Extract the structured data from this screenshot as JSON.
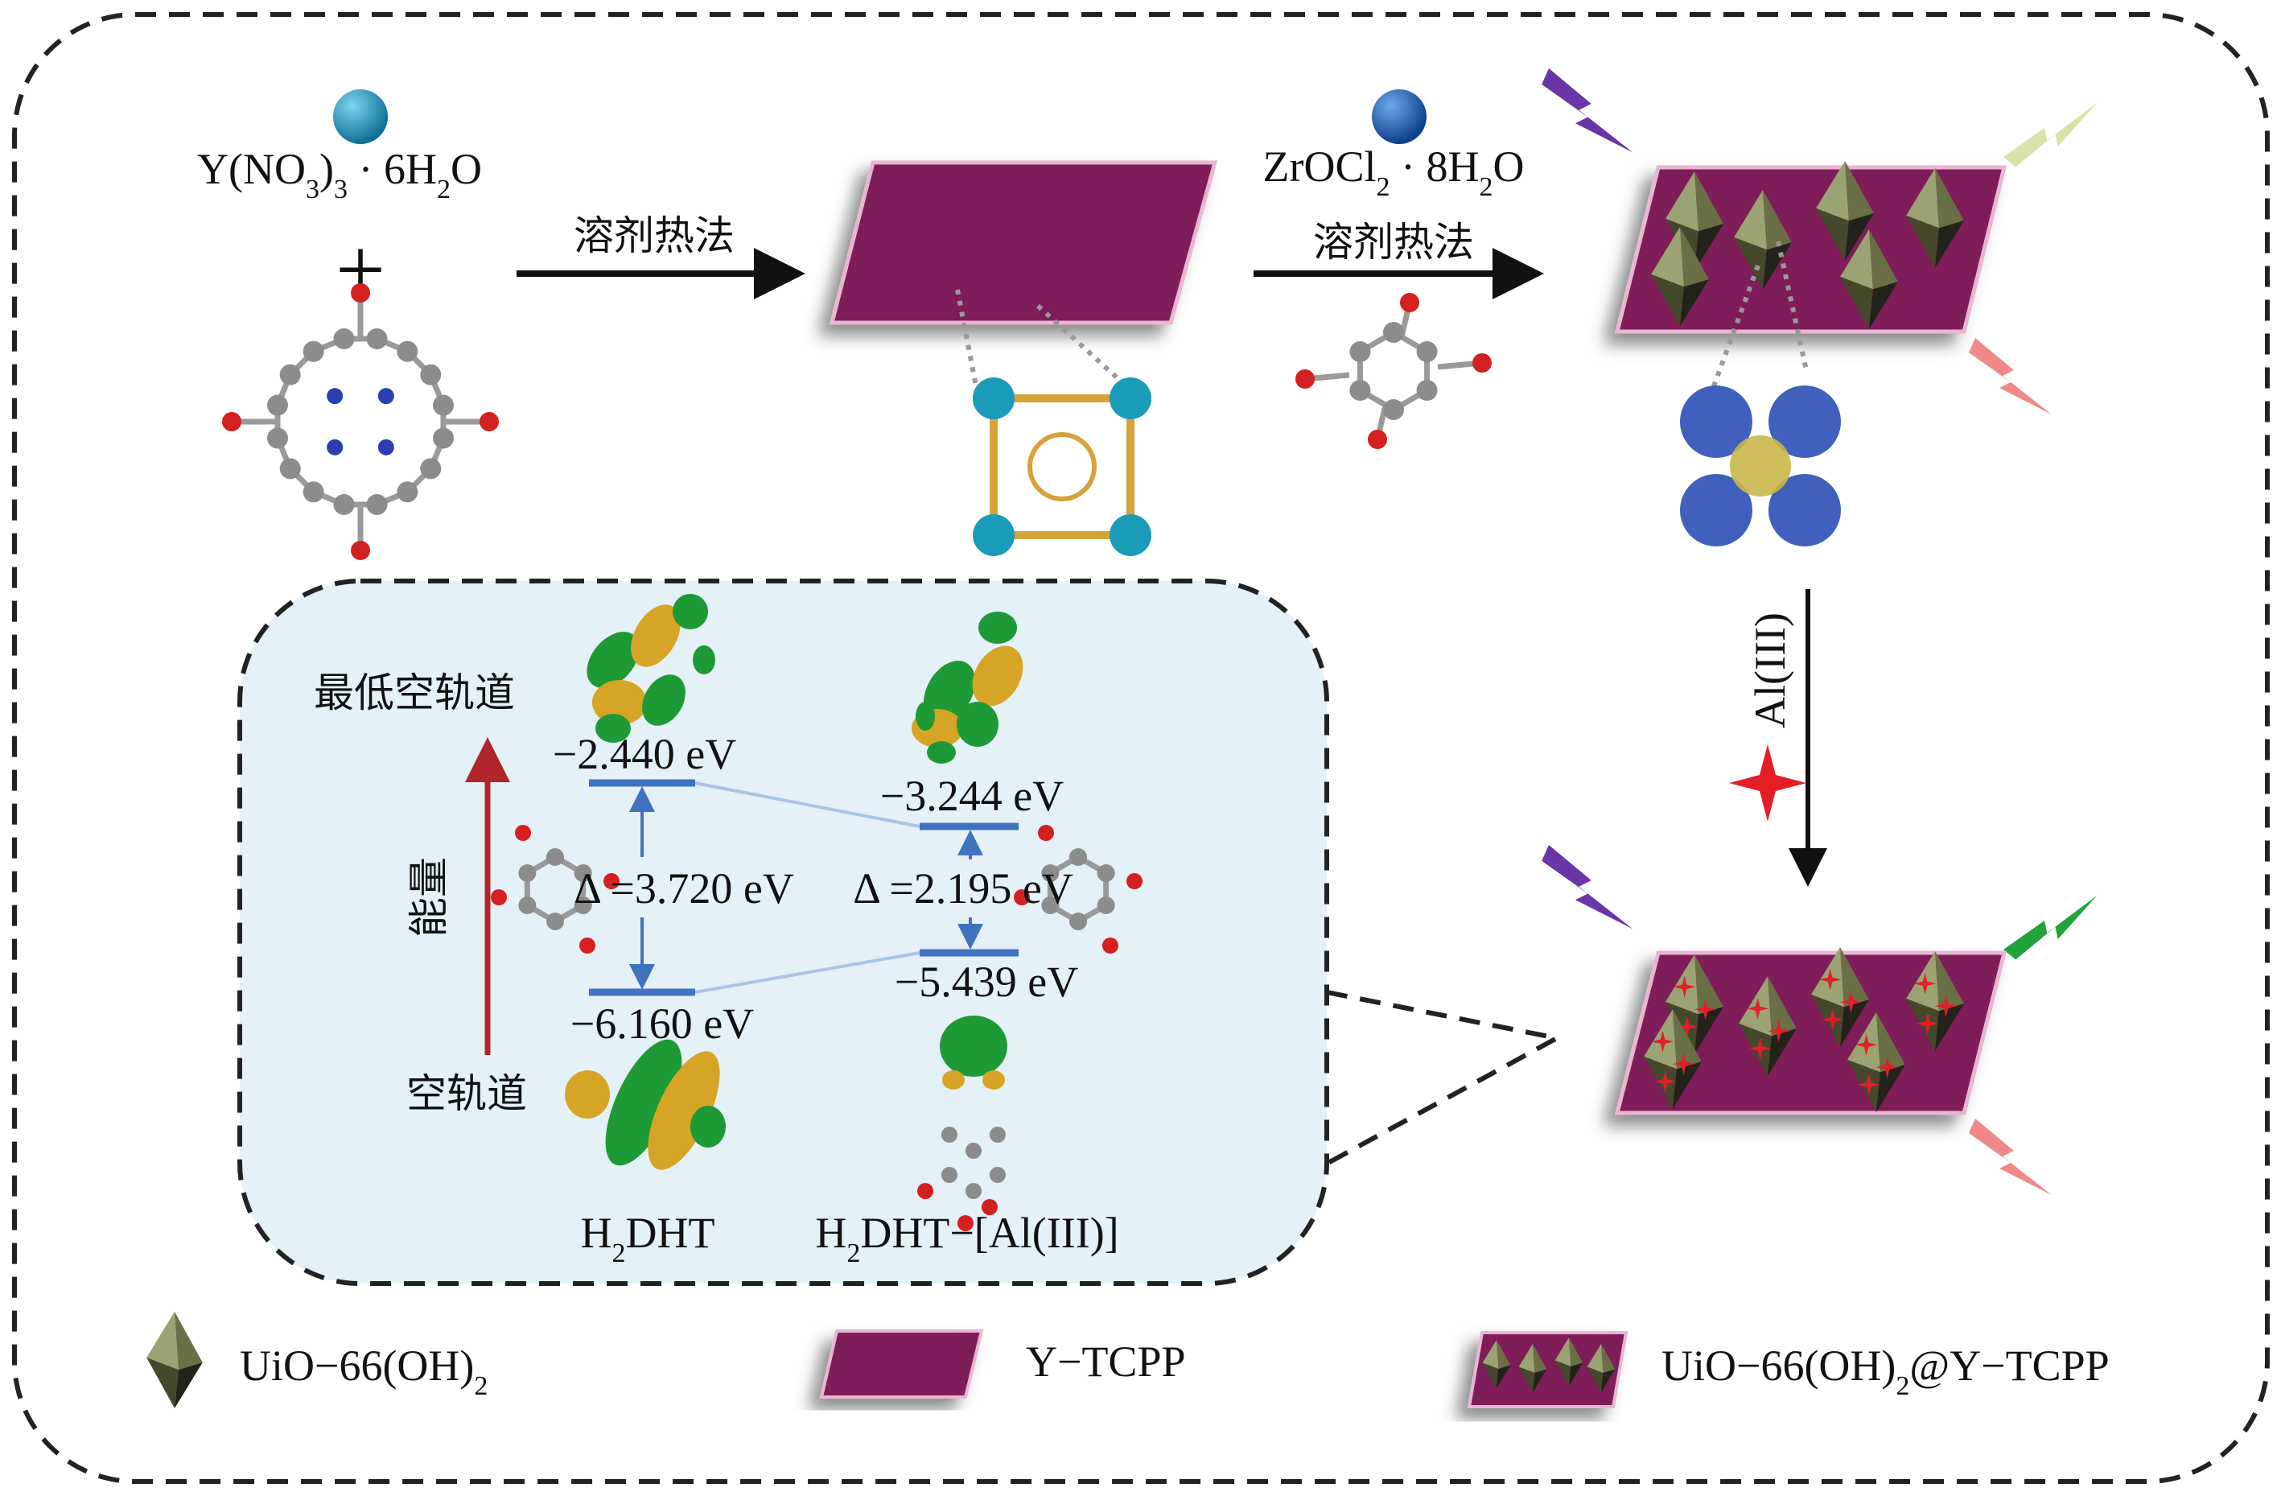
{
  "top": {
    "reagent1": [
      "Y(NO",
      "3",
      ")",
      "3",
      " · 6H",
      "2",
      "O"
    ],
    "plus": "+",
    "step1_label": "溶剂热法",
    "reagent2": [
      "ZrOCl",
      "2",
      " · 8H",
      "2",
      "O"
    ],
    "step2_label": "溶剂热法",
    "step3_label": "Al(III)"
  },
  "energy_panel": {
    "lumo_label": "最低空轨道",
    "homo_label": "空轨道",
    "energy_axis_label": "能量",
    "h2dht": {
      "lumo": "−2.440 eV",
      "homo": "−6.160 eV",
      "gap": "Δ =3.720 eV",
      "name": [
        "H",
        "2",
        "DHT"
      ]
    },
    "complex": {
      "lumo": "−3.244 eV",
      "homo": "−5.439 eV",
      "gap": "Δ =2.195 eV",
      "name": [
        "H",
        "2",
        "DHT−[Al(III)]"
      ]
    }
  },
  "legend": {
    "items": [
      {
        "label": [
          "UiO−66(OH)",
          "2",
          ""
        ]
      },
      {
        "label": [
          "Y−TCPP",
          "",
          ""
        ]
      },
      {
        "label": [
          "UiO−66(OH)",
          "2",
          "@Y−TCPP"
        ]
      }
    ]
  },
  "colors": {
    "y_tcpp": "#7f1f5a",
    "octahedron": "#6b704a",
    "panel_bg": "#e4f1f7",
    "level_line": "#3f73c0",
    "energy_arrow": "#b0262b",
    "uv_bolt": "#6a35a6",
    "weak_bolt": "#d9e3a8",
    "green_bolt": "#1fa33a",
    "pink_bolt": "#f08a8a",
    "star": "#e41e26"
  }
}
